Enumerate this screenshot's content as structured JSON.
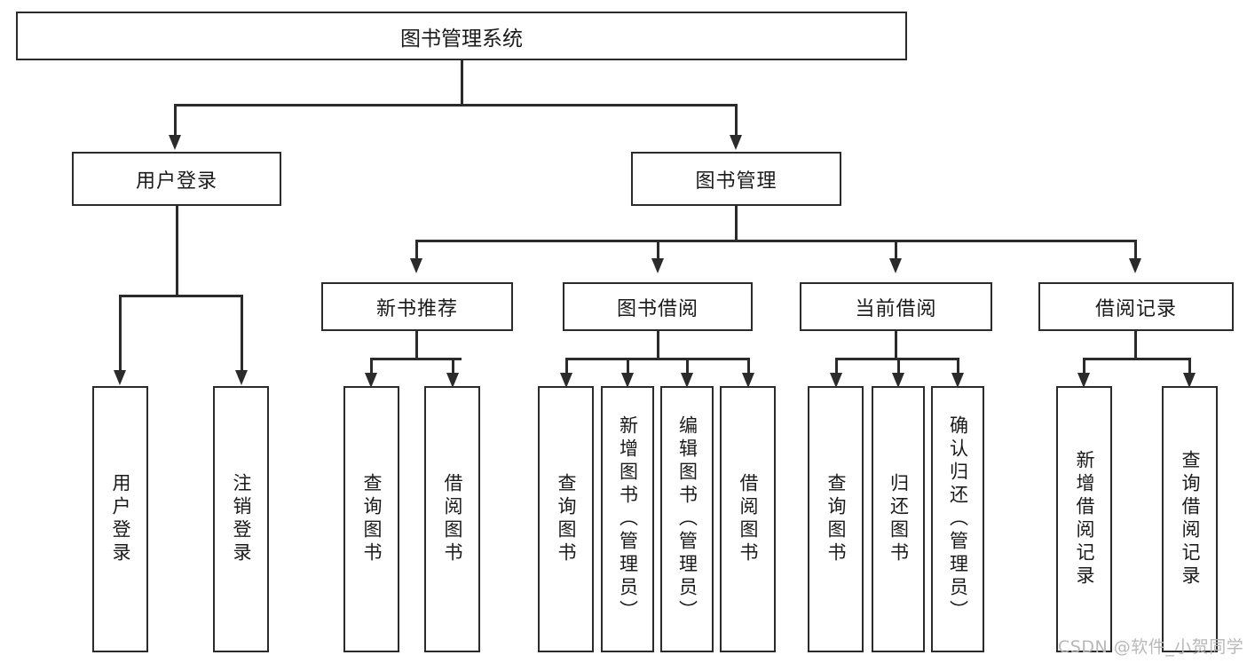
{
  "diagram": {
    "title": "图书管理系统",
    "type": "hierarchy-tree",
    "root": {
      "label": "图书管理系统"
    },
    "level2": [
      {
        "label": "用户登录"
      },
      {
        "label": "图书管理"
      }
    ],
    "level3": [
      {
        "label": "新书推荐"
      },
      {
        "label": "图书借阅"
      },
      {
        "label": "当前借阅"
      },
      {
        "label": "借阅记录"
      }
    ],
    "leaves": [
      {
        "label": "用户登录",
        "parent": "用户登录"
      },
      {
        "label": "注销登录",
        "parent": "用户登录"
      },
      {
        "label": "查询图书",
        "parent": "新书推荐"
      },
      {
        "label": "借阅图书",
        "parent": "新书推荐"
      },
      {
        "label": "查询图书",
        "parent": "图书借阅"
      },
      {
        "label": "新增图书（管理员）",
        "parent": "图书借阅"
      },
      {
        "label": "编辑图书（管理员）",
        "parent": "图书借阅"
      },
      {
        "label": "借阅图书",
        "parent": "图书借阅"
      },
      {
        "label": "查询图书",
        "parent": "当前借阅"
      },
      {
        "label": "归还图书",
        "parent": "当前借阅"
      },
      {
        "label": "确认归还（管理员）",
        "parent": "当前借阅"
      },
      {
        "label": "新增借阅记录",
        "parent": "借阅记录"
      },
      {
        "label": "查询借阅记录",
        "parent": "借阅记录"
      }
    ]
  },
  "watermark": {
    "text": "CSDN @软件_小贺同学"
  },
  "colors": {
    "stroke": "#2b2b2b",
    "background": "#ffffff",
    "text": "#1a1a1a",
    "watermark": "#b8b8b8"
  }
}
